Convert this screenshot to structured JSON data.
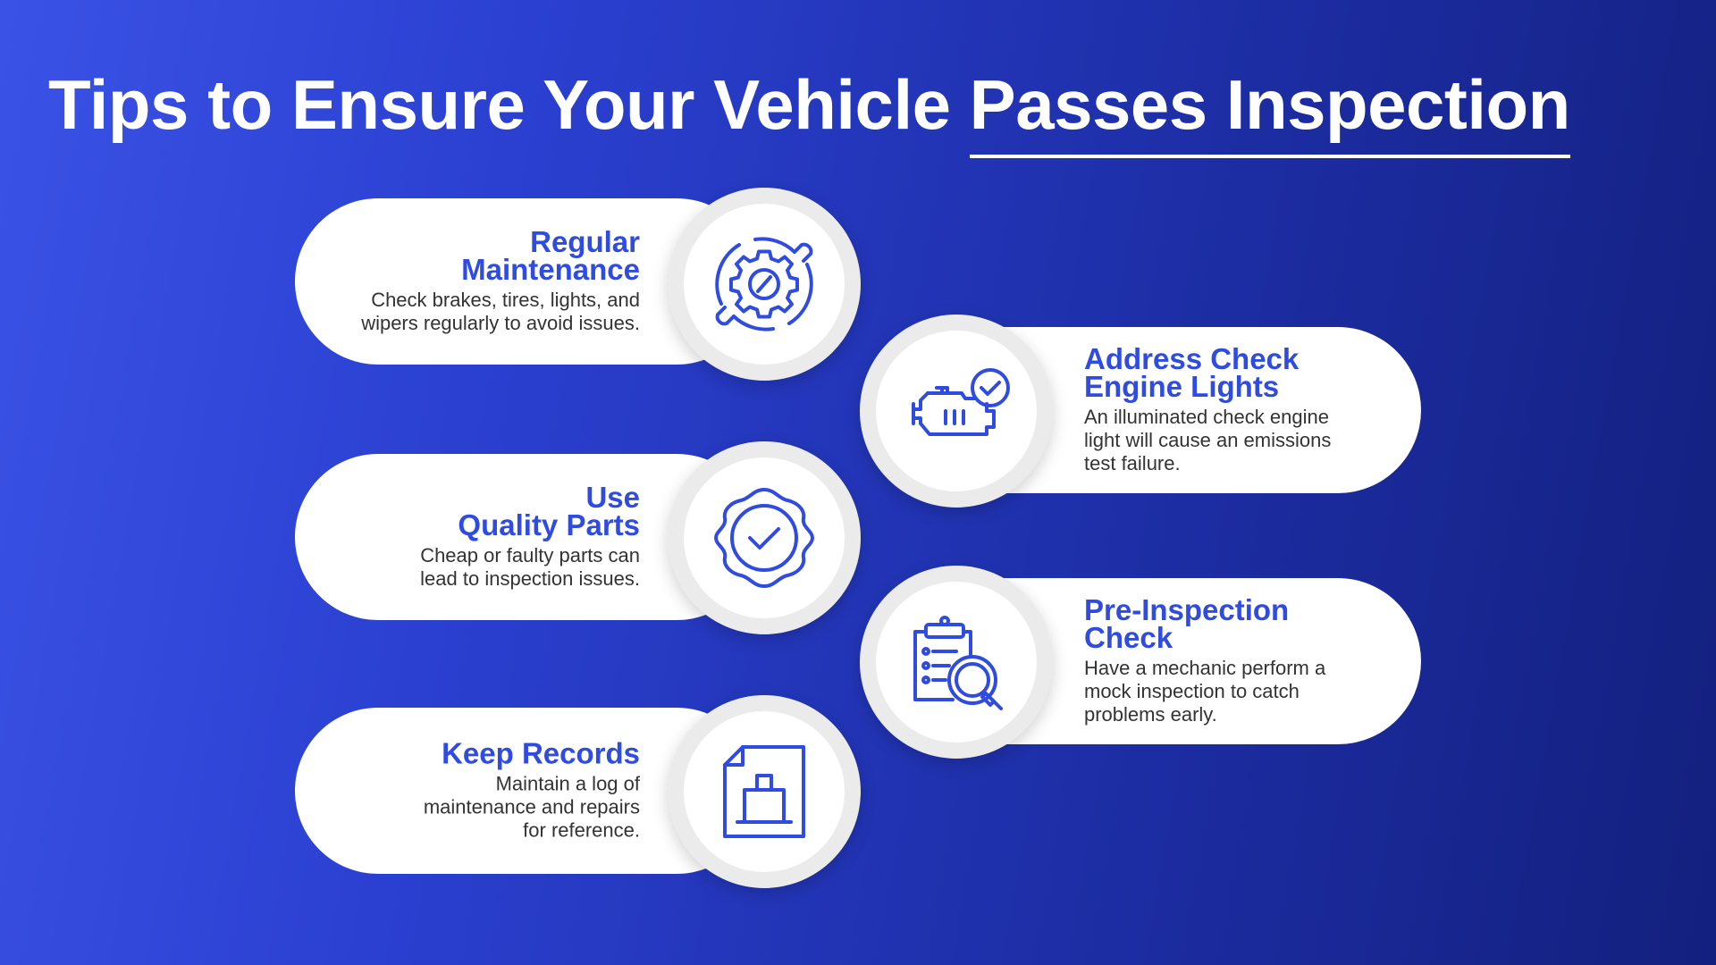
{
  "title": {
    "main": "Tips to Ensure Your Vehicle",
    "underlined": "Passes Inspection"
  },
  "colors": {
    "accent": "#2f4be0",
    "background_start": "#3a52e6",
    "background_end": "#13207e",
    "card": "#ffffff",
    "body_text": "#333333"
  },
  "tips": {
    "regular_maintenance": {
      "title_line1": "Regular",
      "title_line2": "Maintenance",
      "description_line1": "Check brakes, tires, lights, and",
      "description_line2": "wipers regularly to avoid issues.",
      "icon": "gear-wrench-cycle-icon"
    },
    "check_engine": {
      "title_line1": "Address Check",
      "title_line2": "Engine Lights",
      "description_line1": "An illuminated check engine",
      "description_line2": "light will cause an emissions",
      "description_line3": "test failure.",
      "icon": "engine-check-icon"
    },
    "quality_parts": {
      "title_line1": "Use",
      "title_line2": "Quality Parts",
      "description_line1": "Cheap or faulty parts can",
      "description_line2": "lead to inspection issues.",
      "icon": "quality-badge-check-icon"
    },
    "pre_inspection": {
      "title_line1": "Pre-Inspection",
      "title_line2": "Check",
      "description_line1": "Have a mechanic perform a",
      "description_line2": "mock inspection to catch",
      "description_line3": "problems early.",
      "icon": "clipboard-magnifier-icon"
    },
    "keep_records": {
      "title_line1": "Keep Records",
      "description_line1": "Maintain a log of",
      "description_line2": "maintenance and repairs",
      "description_line3": "for reference.",
      "icon": "save-disk-icon"
    }
  }
}
